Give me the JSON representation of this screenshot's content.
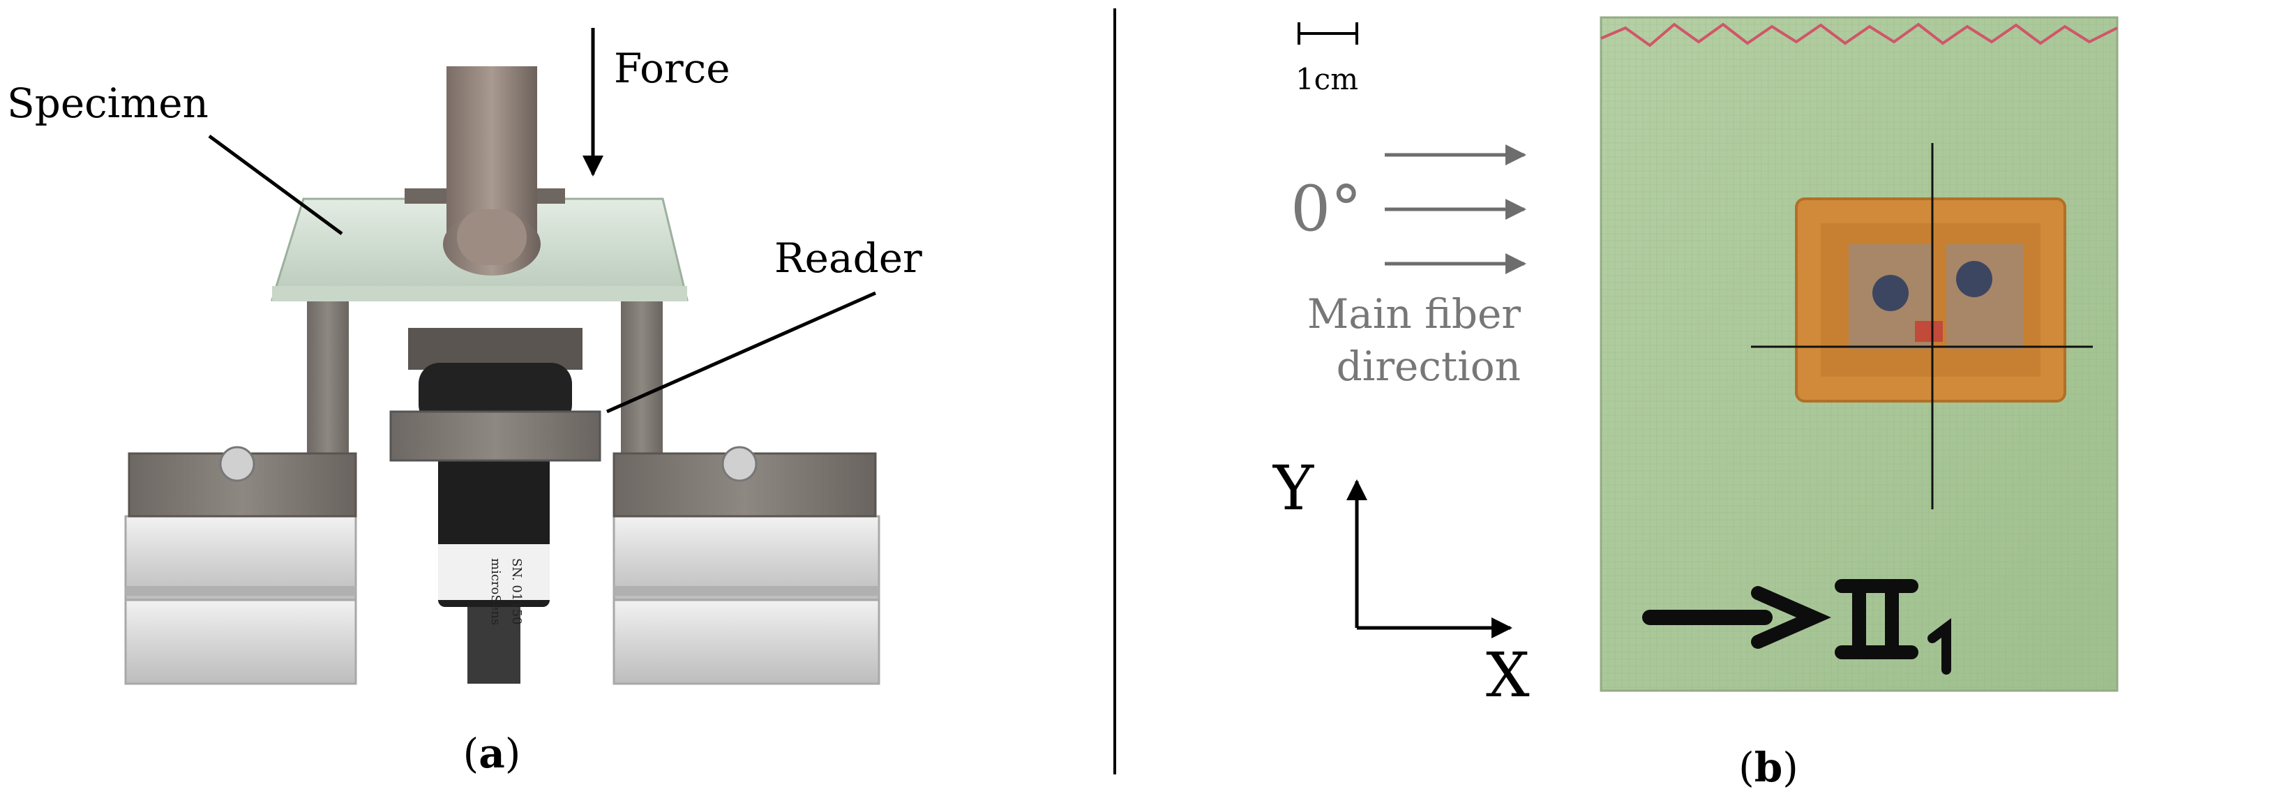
{
  "panel_a": {
    "label_specimen": "Specimen",
    "label_force": "Force",
    "label_reader": "Reader",
    "sensor_text_1": "SN. 01150",
    "sensor_text_2": "microSens",
    "caption_open": "(",
    "caption_letter": "a",
    "caption_close": ")"
  },
  "panel_b": {
    "scale_label": "1cm",
    "angle_label": "0°",
    "fiber_line_1": "Main fiber",
    "fiber_line_2": "direction",
    "axis_y": "Y",
    "axis_x": "X",
    "caption_open": "(",
    "caption_letter": "b",
    "caption_close": ")"
  },
  "colors": {
    "specimen_green": "#a9c89a",
    "tag_orange": "#d08a3a",
    "metal_gray": "#7f7a76",
    "annotation_gray": "#777777"
  }
}
